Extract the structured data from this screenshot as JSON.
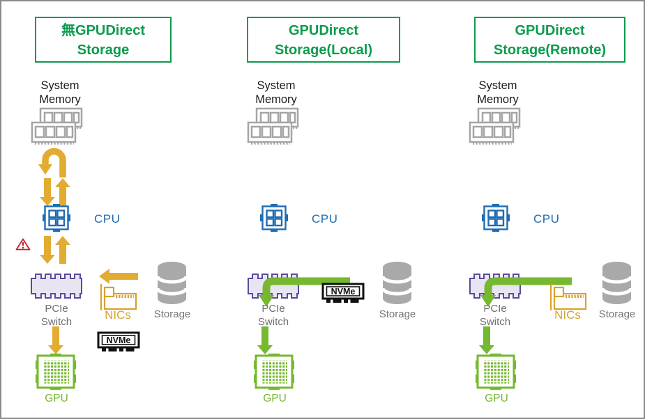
{
  "diagram": {
    "type": "gpudirect-storage-architecture-comparison",
    "columns": [
      {
        "id": "no-gds",
        "title_line1": "無GPUDirect",
        "title_line2": "Storage"
      },
      {
        "id": "gds-local",
        "title_line1": "GPUDirect",
        "title_line2": "Storage(Local)"
      },
      {
        "id": "gds-remote",
        "title_line1": "GPUDirect",
        "title_line2": "Storage(Remote)"
      }
    ],
    "labels": {
      "system_memory_line1": "System",
      "system_memory_line2": "Memory",
      "cpu": "CPU",
      "pcie_line1": "PCIe",
      "pcie_line2": "Switch",
      "gpu": "GPU",
      "storage": "Storage",
      "nics": "NICs",
      "nvme": "NVMe"
    },
    "colors": {
      "title_green": "#0d9b4d",
      "arrow_gold": "#e2ac33",
      "arrow_green": "#76b82f",
      "cpu_blue": "#1e6cb2",
      "icon_gray": "#a9a9a9",
      "text_gray": "#6f6f6f",
      "pcie_purple": "#5a4a9b",
      "pcie_fill": "#e9e4f2",
      "nic_gold": "#d8a22c",
      "warning_red": "#c32026",
      "nvme_black": "#111111",
      "page_border": "#8a8a8a"
    }
  }
}
